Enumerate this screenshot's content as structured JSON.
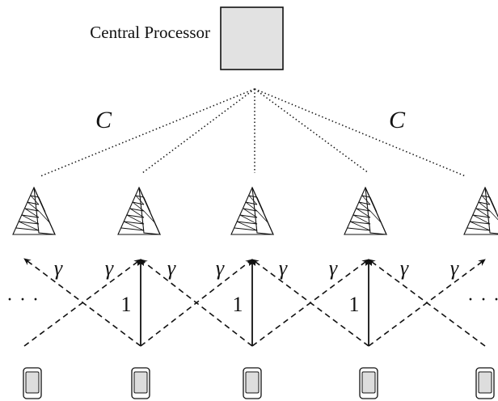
{
  "diagram": {
    "processor": {
      "label": "Central Processor",
      "fill": "#e2e2e2",
      "stroke": "#111111"
    },
    "fronthaul": {
      "capacity_left": "C",
      "capacity_right": "C"
    },
    "links": {
      "direct_gain": "1",
      "cross_gain": "γ"
    },
    "ellipsis_left": "· · ·",
    "ellipsis_right": "· · ·",
    "colors": {
      "line": "#111111",
      "device_fill": "#dddddd"
    },
    "icons": {
      "base_station": "antenna-tower-icon",
      "user": "mobile-phone-icon"
    },
    "counts": {
      "base_stations": 5,
      "users": 5
    }
  }
}
